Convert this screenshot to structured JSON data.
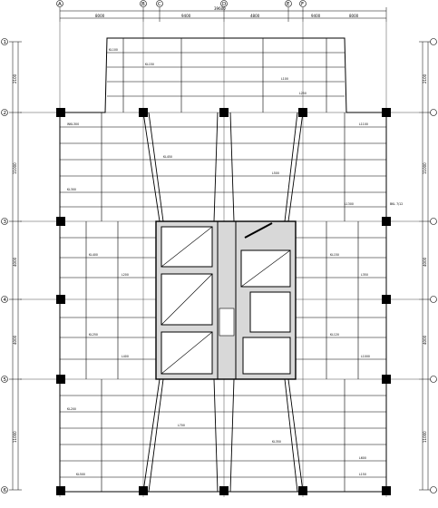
{
  "drawing": {
    "top_dims": [
      "8000",
      "9400",
      "4800",
      "9400",
      "8000"
    ],
    "top_total": "39600",
    "left_dims": [
      "2100",
      "11000",
      "4000",
      "4000",
      "11000"
    ],
    "right_dims": [
      "2100",
      "11000",
      "4000",
      "4000",
      "11000"
    ],
    "col_axes": [
      "A",
      "B",
      "C",
      "D",
      "E",
      "F"
    ],
    "row_axes": [
      "1",
      "2",
      "3",
      "4",
      "5",
      "6"
    ],
    "detail_tag": "BKL 7/12",
    "beam_marks": [
      "KL100",
      "KL150",
      "L100",
      "L250",
      "WKL300",
      "L1100",
      "KL450",
      "L500",
      "KL300",
      "L1300",
      "KL400",
      "L200",
      "KL150",
      "L350",
      "KL250",
      "L400",
      "KL120",
      "L1000",
      "KL200",
      "L700",
      "KL350",
      "L600",
      "KL500",
      "L150"
    ]
  }
}
